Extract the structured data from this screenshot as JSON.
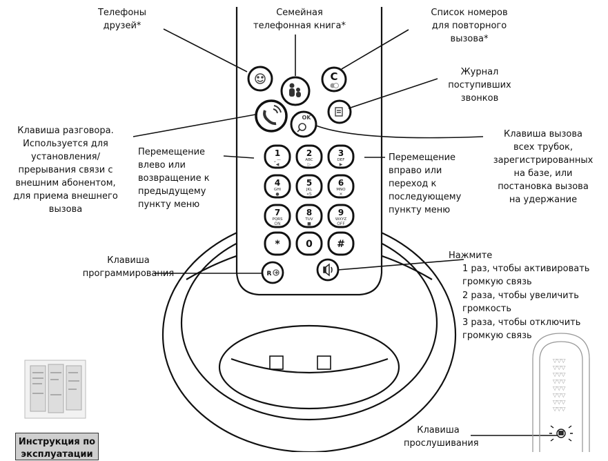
{
  "labels": {
    "friends": "Телефоны\nдрузей*",
    "phonebook": "Семейная\nтелефонная книга*",
    "redial": "Список номеров\nдля повторного\nвызова*",
    "calllog": "Журнал\nпоступивших\nзвонков",
    "talk": "Клавиша разговора.\nИспользуется для\nустановления/\nпрерывания связи с\nвнешним абонентом,\nдля приема внешнего\nвызова",
    "left": "Перемещение\nвлево или\nвозвращение к\nпредыдущему\nпункту меню",
    "right": "Перемещение\nвправо или\nпереход к\nпоследующему\nпункту меню",
    "intercom": "Клавиша вызова\nвсех трубок,\nзарегистрированных\nна базе, или\nпостановка вызова\nна удержание",
    "program": "Клавиша\nпрограммирования",
    "press": "Нажмите",
    "speaker_1": "1 раз, чтобы активировать\n   громкую связь",
    "speaker_2": "2 раза, чтобы увеличить\n   громкость",
    "speaker_3": "3 раза, чтобы отключить\n   громкую связь",
    "voicemail": "Клавиша\nпрослушивания",
    "manual": "Инструкция по\nэксплуатации"
  },
  "keypad": [
    {
      "digit": "1",
      "letters": "⎵ —",
      "arrow": "◀"
    },
    {
      "digit": "2",
      "letters": "ABC",
      "arrow": "▷"
    },
    {
      "digit": "3",
      "letters": "DEF",
      "arrow": "▶"
    },
    {
      "digit": "4",
      "letters": "GHI",
      "arrow": "●"
    },
    {
      "digit": "5",
      "letters": "JKL",
      "arrow": "«S"
    },
    {
      "digit": "6",
      "letters": "MNO",
      "arrow": "✕"
    },
    {
      "digit": "7",
      "letters": "PQRS",
      "arrow": "ON"
    },
    {
      "digit": "8",
      "letters": "TUV",
      "arrow": "■"
    },
    {
      "digit": "9",
      "letters": "WXYZ",
      "arrow": "OFF"
    },
    {
      "digit": "*",
      "letters": "",
      "arrow": ""
    },
    {
      "digit": "0",
      "letters": "",
      "arrow": ""
    },
    {
      "digit": "#",
      "letters": "",
      "arrow": ""
    }
  ],
  "keys": {
    "redial_letter": "C",
    "ok_text": "OK",
    "program_text": "R"
  },
  "icons": {
    "friends": "smiley-icon",
    "phonebook": "family-icon",
    "redial": "redial-icon",
    "calllog": "call-log-icon",
    "talk": "handset-icon",
    "intercom": "intercom-icon",
    "program": "program-key-icon",
    "speaker": "speaker-icon"
  }
}
